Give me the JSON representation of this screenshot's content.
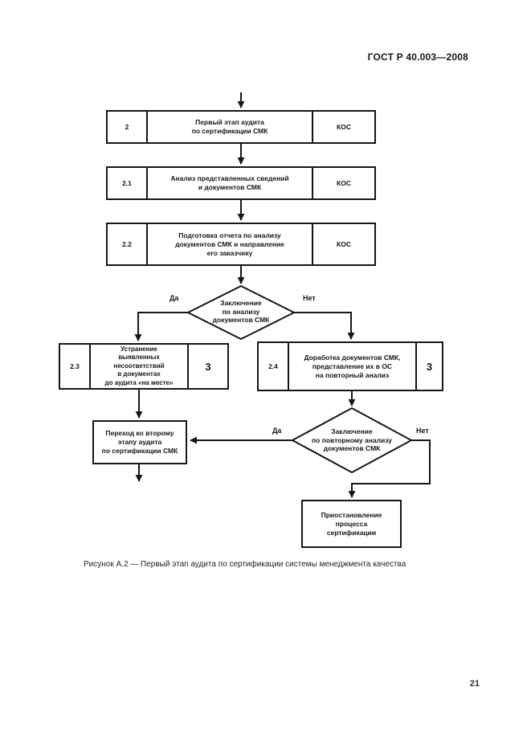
{
  "header": {
    "title": "ГОСТ Р 40.003—2008"
  },
  "figure": {
    "caption": "Рисунок А.2 — Первый этап аудита по сертификации системы менеджмента качества"
  },
  "page_number": "21",
  "flowchart": {
    "process_boxes": [
      {
        "num": "2",
        "label": "Первый этап аудита\nпо сертификации СМК",
        "executor": "КОС"
      },
      {
        "num": "2.1",
        "label": "Анализ представленных сведений\nи документов СМК",
        "executor": "КОС"
      },
      {
        "num": "2.2",
        "label": "Подготовка отчета по анализу\nдокументов СМК и направление\nего заказчику",
        "executor": "КОС"
      },
      {
        "num": "2.3",
        "label": "Устранение\nвыявленных\nнесоответствий\nв документах\nдо аудита «на месте»",
        "executor": "3"
      },
      {
        "num": "2.4",
        "label": "Доработка документов СМК,\nпредставление их в ОС\nна повторный анализ",
        "executor": "3"
      }
    ],
    "decisions": [
      {
        "label": "Заключение\nпо анализу\nдокументов СМК",
        "yes_label": "Да",
        "no_label": "Нет"
      },
      {
        "label": "Заключение\nпо повторному анализу\nдокументов СМК",
        "yes_label": "Да",
        "no_label": "Нет"
      }
    ],
    "end_boxes": [
      {
        "label": "Переход ко второму\nэтапу аудита\nпо сертификации СМК"
      },
      {
        "label": "Приостановление\nпроцесса\nсертификации"
      }
    ]
  }
}
